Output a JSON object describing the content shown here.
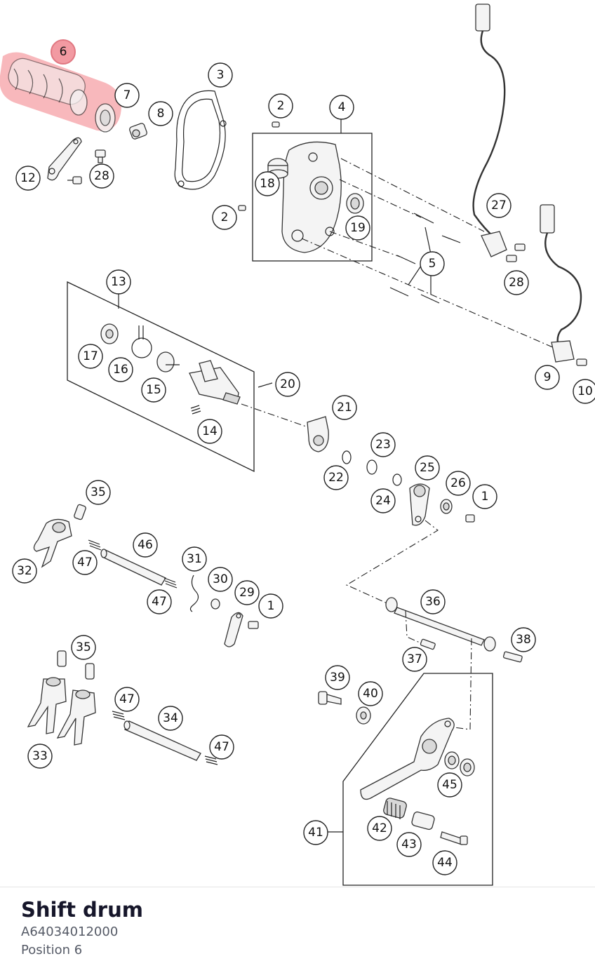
{
  "part": {
    "title": "Shift drum",
    "number": "A64034012000",
    "position": "Position 6"
  },
  "colors": {
    "highlight": "#f29aa2",
    "title_text": "#16162a",
    "secondary_text": "#555a66"
  },
  "diagram": {
    "highlighted_label": "6",
    "labels": [
      {
        "id": "l6",
        "text": "6"
      },
      {
        "id": "l7",
        "text": "7"
      },
      {
        "id": "l8",
        "text": "8"
      },
      {
        "id": "l3",
        "text": "3"
      },
      {
        "id": "l12",
        "text": "12"
      },
      {
        "id": "l28a",
        "text": "28"
      },
      {
        "id": "l2a",
        "text": "2"
      },
      {
        "id": "l4",
        "text": "4"
      },
      {
        "id": "l18",
        "text": "18"
      },
      {
        "id": "l2b",
        "text": "2"
      },
      {
        "id": "l19",
        "text": "19"
      },
      {
        "id": "l27",
        "text": "27"
      },
      {
        "id": "l5",
        "text": "5"
      },
      {
        "id": "l28b",
        "text": "28"
      },
      {
        "id": "l13",
        "text": "13"
      },
      {
        "id": "l17",
        "text": "17"
      },
      {
        "id": "l16",
        "text": "16"
      },
      {
        "id": "l15",
        "text": "15"
      },
      {
        "id": "l20",
        "text": "20"
      },
      {
        "id": "l14",
        "text": "14"
      },
      {
        "id": "l9",
        "text": "9"
      },
      {
        "id": "l10",
        "text": "10"
      },
      {
        "id": "l21",
        "text": "21"
      },
      {
        "id": "l23",
        "text": "23"
      },
      {
        "id": "l22",
        "text": "22"
      },
      {
        "id": "l25",
        "text": "25"
      },
      {
        "id": "l26",
        "text": "26"
      },
      {
        "id": "l1a",
        "text": "1"
      },
      {
        "id": "l24",
        "text": "24"
      },
      {
        "id": "l35a",
        "text": "35"
      },
      {
        "id": "l32",
        "text": "32"
      },
      {
        "id": "l47a",
        "text": "47"
      },
      {
        "id": "l46",
        "text": "46"
      },
      {
        "id": "l31",
        "text": "31"
      },
      {
        "id": "l30",
        "text": "30"
      },
      {
        "id": "l47b",
        "text": "47"
      },
      {
        "id": "l29",
        "text": "29"
      },
      {
        "id": "l1b",
        "text": "1"
      },
      {
        "id": "l36",
        "text": "36"
      },
      {
        "id": "l38",
        "text": "38"
      },
      {
        "id": "l37",
        "text": "37"
      },
      {
        "id": "l35b",
        "text": "35"
      },
      {
        "id": "l39",
        "text": "39"
      },
      {
        "id": "l40",
        "text": "40"
      },
      {
        "id": "l47c",
        "text": "47"
      },
      {
        "id": "l34",
        "text": "34"
      },
      {
        "id": "l33",
        "text": "33"
      },
      {
        "id": "l47d",
        "text": "47"
      },
      {
        "id": "l45",
        "text": "45"
      },
      {
        "id": "l41",
        "text": "41"
      },
      {
        "id": "l42",
        "text": "42"
      },
      {
        "id": "l43",
        "text": "43"
      },
      {
        "id": "l44",
        "text": "44"
      }
    ]
  }
}
